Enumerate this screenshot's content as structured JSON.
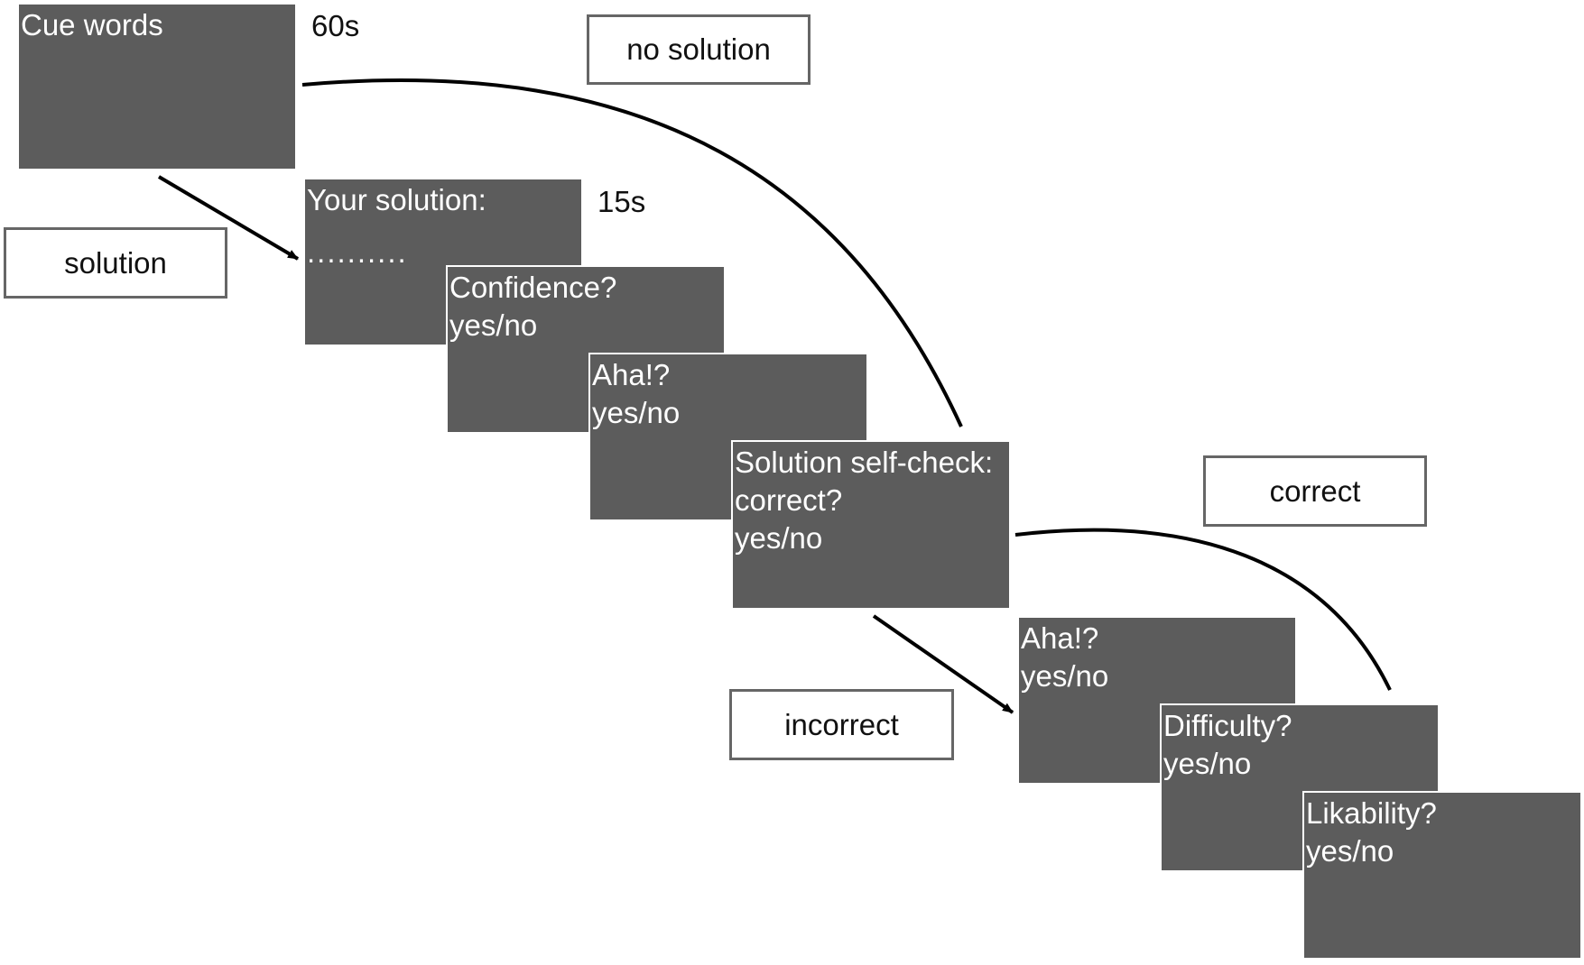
{
  "screens": {
    "cue": {
      "title": "Cue words"
    },
    "solution_entry": {
      "title": "Your solution:",
      "dots": ".........."
    },
    "confidence": {
      "title": "Confidence?",
      "answer": "yes/no"
    },
    "aha1": {
      "title": "Aha!?",
      "answer": "yes/no"
    },
    "selfcheck": {
      "line1": "Solution self-check:",
      "line2": "correct?",
      "answer": "yes/no"
    },
    "aha2": {
      "title": "Aha!?",
      "answer": "yes/no"
    },
    "difficulty": {
      "title": "Difficulty?",
      "answer": "yes/no"
    },
    "likability": {
      "title": "Likability?",
      "answer": "yes/no"
    }
  },
  "timings": {
    "cue": "60s",
    "solution": "15s"
  },
  "labels": {
    "no_solution": "no solution",
    "solution": "solution",
    "correct": "correct",
    "incorrect": "incorrect"
  },
  "colors": {
    "screen_fill": "#5c5c5c",
    "label_border": "#666666",
    "line": "#000000"
  }
}
